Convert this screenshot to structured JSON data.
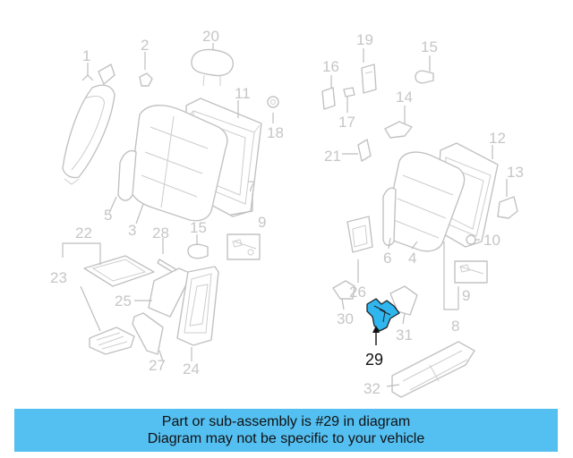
{
  "banner": {
    "line1": "Part or sub-assembly is #29 in diagram",
    "line2": "Diagram may not be specific to your vehicle"
  },
  "highlight_color": "#2fb6ee",
  "banner_color": "#54bff1",
  "diagram": {
    "highlighted_callout": "29",
    "callouts": {
      "c1": "1",
      "c2": "2",
      "c3": "3",
      "c4": "4",
      "c5": "5",
      "c6": "6",
      "c7": "7",
      "c8": "8",
      "c9a": "9",
      "c9b": "9",
      "c10": "10",
      "c11": "11",
      "c12": "12",
      "c13": "13",
      "c14": "14",
      "c15a": "15",
      "c15b": "15",
      "c16": "16",
      "c17": "17",
      "c18": "18",
      "c19": "19",
      "c20": "20",
      "c21": "21",
      "c22": "22",
      "c23": "23",
      "c24": "24",
      "c25": "25",
      "c26": "26",
      "c27": "27",
      "c28": "28",
      "c29": "29",
      "c30": "30",
      "c31": "31",
      "c32": "32"
    }
  }
}
